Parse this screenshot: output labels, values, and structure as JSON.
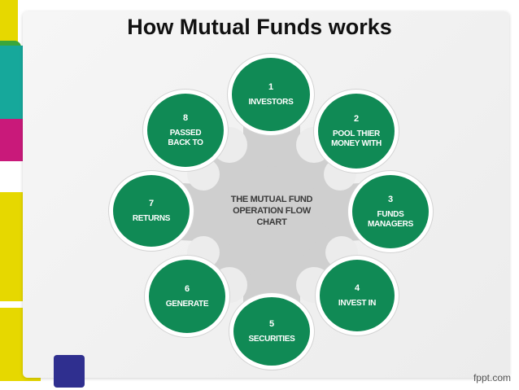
{
  "title": "How Mutual Funds works",
  "center_label": "THE MUTUAL FUND OPERATION FLOW CHART",
  "steps": [
    {
      "num": "1",
      "label": "INVESTORS"
    },
    {
      "num": "2",
      "label": "POOL THIER MONEY WITH"
    },
    {
      "num": "3",
      "label": "FUNDS MANAGERS"
    },
    {
      "num": "4",
      "label": "INVEST IN"
    },
    {
      "num": "5",
      "label": "SECURITIES"
    },
    {
      "num": "6",
      "label": "GENERATE"
    },
    {
      "num": "7",
      "label": "RETURNS"
    },
    {
      "num": "8",
      "label": "PASSED BACK TO"
    }
  ],
  "watermark": "fppt.com",
  "colors": {
    "node_fill": "#108a55",
    "hub_fill": "#cfcfcf",
    "deco_green": "#3aa63a",
    "deco_teal": "#16a89b",
    "deco_magenta": "#c9197a",
    "deco_yellow": "#e6d800",
    "deco_navy": "#2f2f8f"
  }
}
